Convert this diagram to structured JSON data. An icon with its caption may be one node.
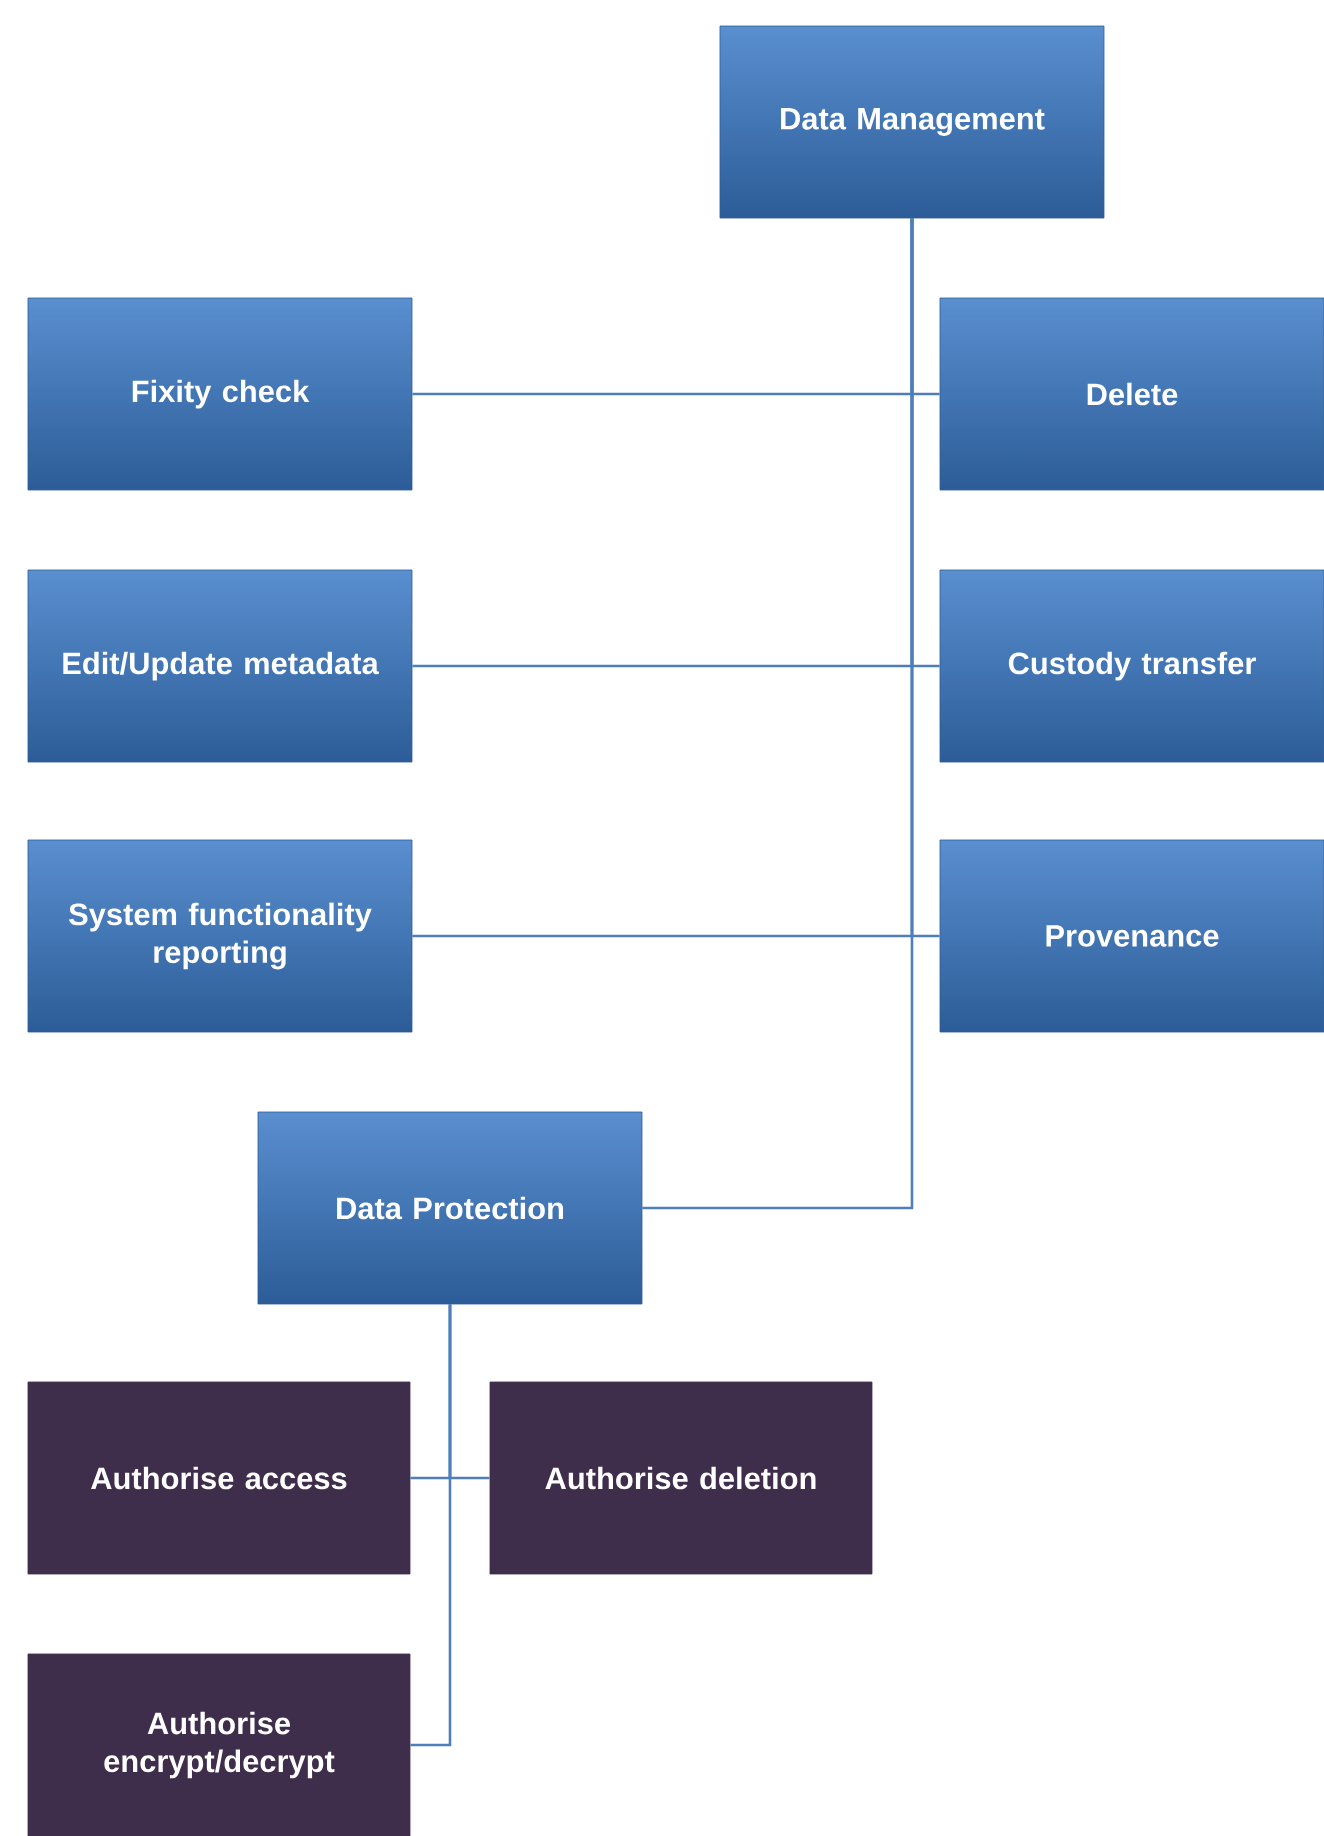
{
  "diagram": {
    "nodes": [
      {
        "text": [
          "Data Management"
        ]
      },
      {
        "text": [
          "Fixity check"
        ]
      },
      {
        "text": [
          "Delete"
        ]
      },
      {
        "text": [
          "Edit/Update metadata"
        ]
      },
      {
        "text": [
          "Custody transfer"
        ]
      },
      {
        "text": [
          "System functionality reporting"
        ]
      },
      {
        "text": [
          "Provenance"
        ]
      },
      {
        "text": [
          "Data Protection"
        ]
      },
      {
        "text": [
          "Authorise access"
        ]
      },
      {
        "text": [
          "Authorise deletion"
        ]
      },
      {
        "text": [
          "Authorise encrypt/decrypt"
        ]
      }
    ],
    "edges": [
      {
        "from": 0,
        "to": 1,
        "arrow": "none"
      },
      {
        "from": 0,
        "to": 2,
        "arrow": "none"
      },
      {
        "from": 0,
        "to": 3,
        "arrow": "none"
      },
      {
        "from": 0,
        "to": 4,
        "arrow": "none"
      },
      {
        "from": 0,
        "to": 5,
        "arrow": "none"
      },
      {
        "from": 0,
        "to": 6,
        "arrow": "none"
      },
      {
        "from": 0,
        "to": 7,
        "arrow": "none"
      },
      {
        "from": 7,
        "to": 8,
        "arrow": "none"
      },
      {
        "from": 7,
        "to": 9,
        "arrow": "none"
      },
      {
        "from": 7,
        "to": 10,
        "arrow": "none"
      }
    ]
  }
}
